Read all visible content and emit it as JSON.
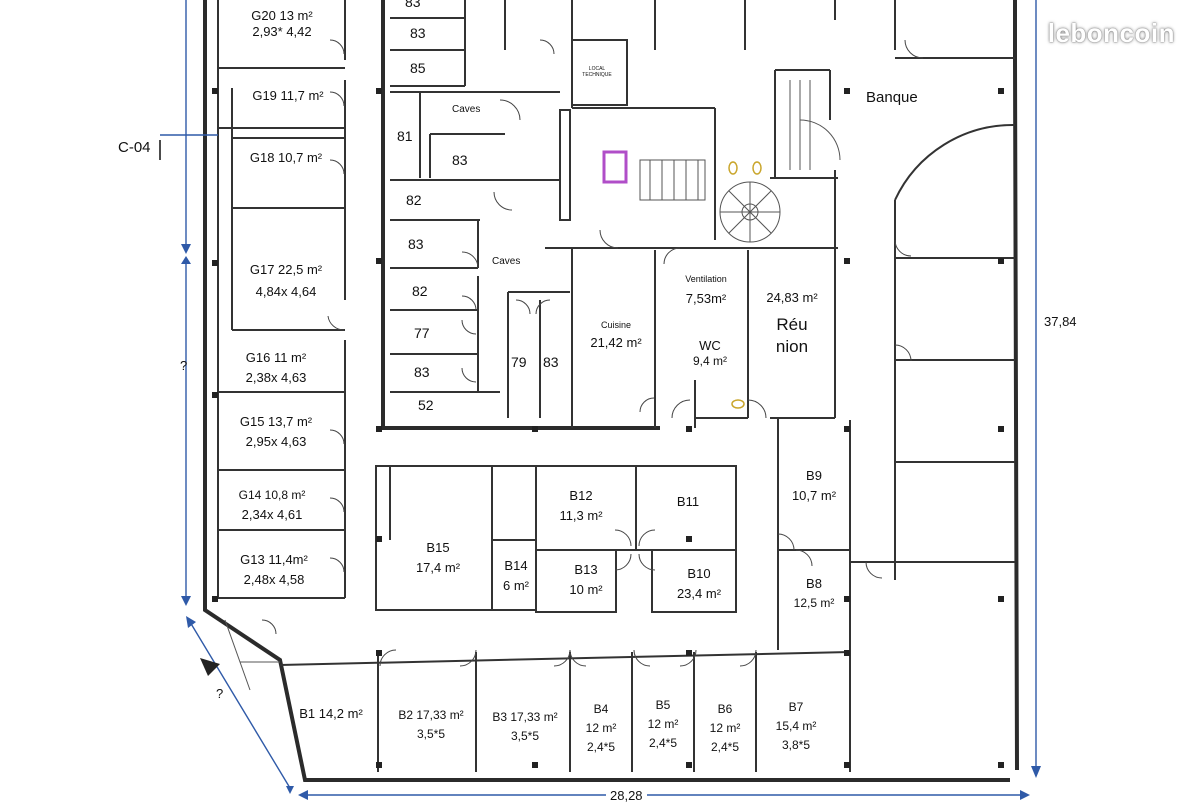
{
  "watermark": "leboncoin",
  "labels": {
    "g20": {
      "name": "G20 13 m²",
      "dims": "2,93* 4,42"
    },
    "g19": {
      "name": "G19 11,7 m²"
    },
    "g18": {
      "name": "G18 10,7 m²"
    },
    "g17": {
      "name": "G17 22,5 m²",
      "dims": "4,84x 4,64"
    },
    "g16": {
      "name": "G16 11 m²",
      "dims": "2,38x 4,63"
    },
    "g15": {
      "name": "G15 13,7 m²",
      "dims": "2,95x 4,63"
    },
    "g14": {
      "name": "G14 10,8 m²",
      "dims": "2,34x 4,61"
    },
    "g13": {
      "name": "G13 11,4m²",
      "dims": "2,48x 4,58"
    },
    "c04": "C-04",
    "q1": "?",
    "q2": "?",
    "caves1": "Caves",
    "caves2": "Caves",
    "local": "LOCAL TECHNIQUE",
    "banque": "Banque",
    "cellar_nums": [
      "83",
      "83",
      "85",
      "81",
      "83",
      "82",
      "83",
      "82",
      "77",
      "83",
      "52",
      "79",
      "83"
    ],
    "cuisine": {
      "name": "Cuisine",
      "area": "21,42 m²"
    },
    "ventilation": {
      "name": "Ventilation",
      "area": "7,53m²"
    },
    "wc": {
      "name": "WC",
      "area": "9,4 m²"
    },
    "reunion": {
      "area": "24,83 m²",
      "l1": "Réu",
      "l2": "nion"
    },
    "dim_right": "37,84",
    "dim_bottom": "28,28",
    "b9": {
      "name": "B9",
      "area": "10,7 m²"
    },
    "b8": {
      "name": "B8",
      "area": "12,5 m²"
    },
    "b15": {
      "name": "B15",
      "area": "17,4 m²"
    },
    "b14": {
      "name": "B14",
      "area": "6 m²"
    },
    "b12": {
      "name": "B12",
      "area": "11,3 m²"
    },
    "b11": {
      "name": "B11"
    },
    "b13": {
      "name": "B13",
      "area": "10 m²"
    },
    "b10": {
      "name": "B10",
      "area": "23,4 m²"
    },
    "b1": {
      "name": "B1 14,2 m²"
    },
    "b2": {
      "name": "B2 17,33 m²",
      "dims": "3,5*5"
    },
    "b3": {
      "name": "B3 17,33 m²",
      "dims": "3,5*5"
    },
    "b4": {
      "name": "B4",
      "area": "12 m²",
      "dims": "2,4*5"
    },
    "b5": {
      "name": "B5",
      "area": "12 m²",
      "dims": "2,4*5"
    },
    "b6": {
      "name": "B6",
      "area": "12 m²",
      "dims": "2,4*5"
    },
    "b7": {
      "name": "B7",
      "area": "15,4 m²",
      "dims": "3,8*5"
    }
  }
}
